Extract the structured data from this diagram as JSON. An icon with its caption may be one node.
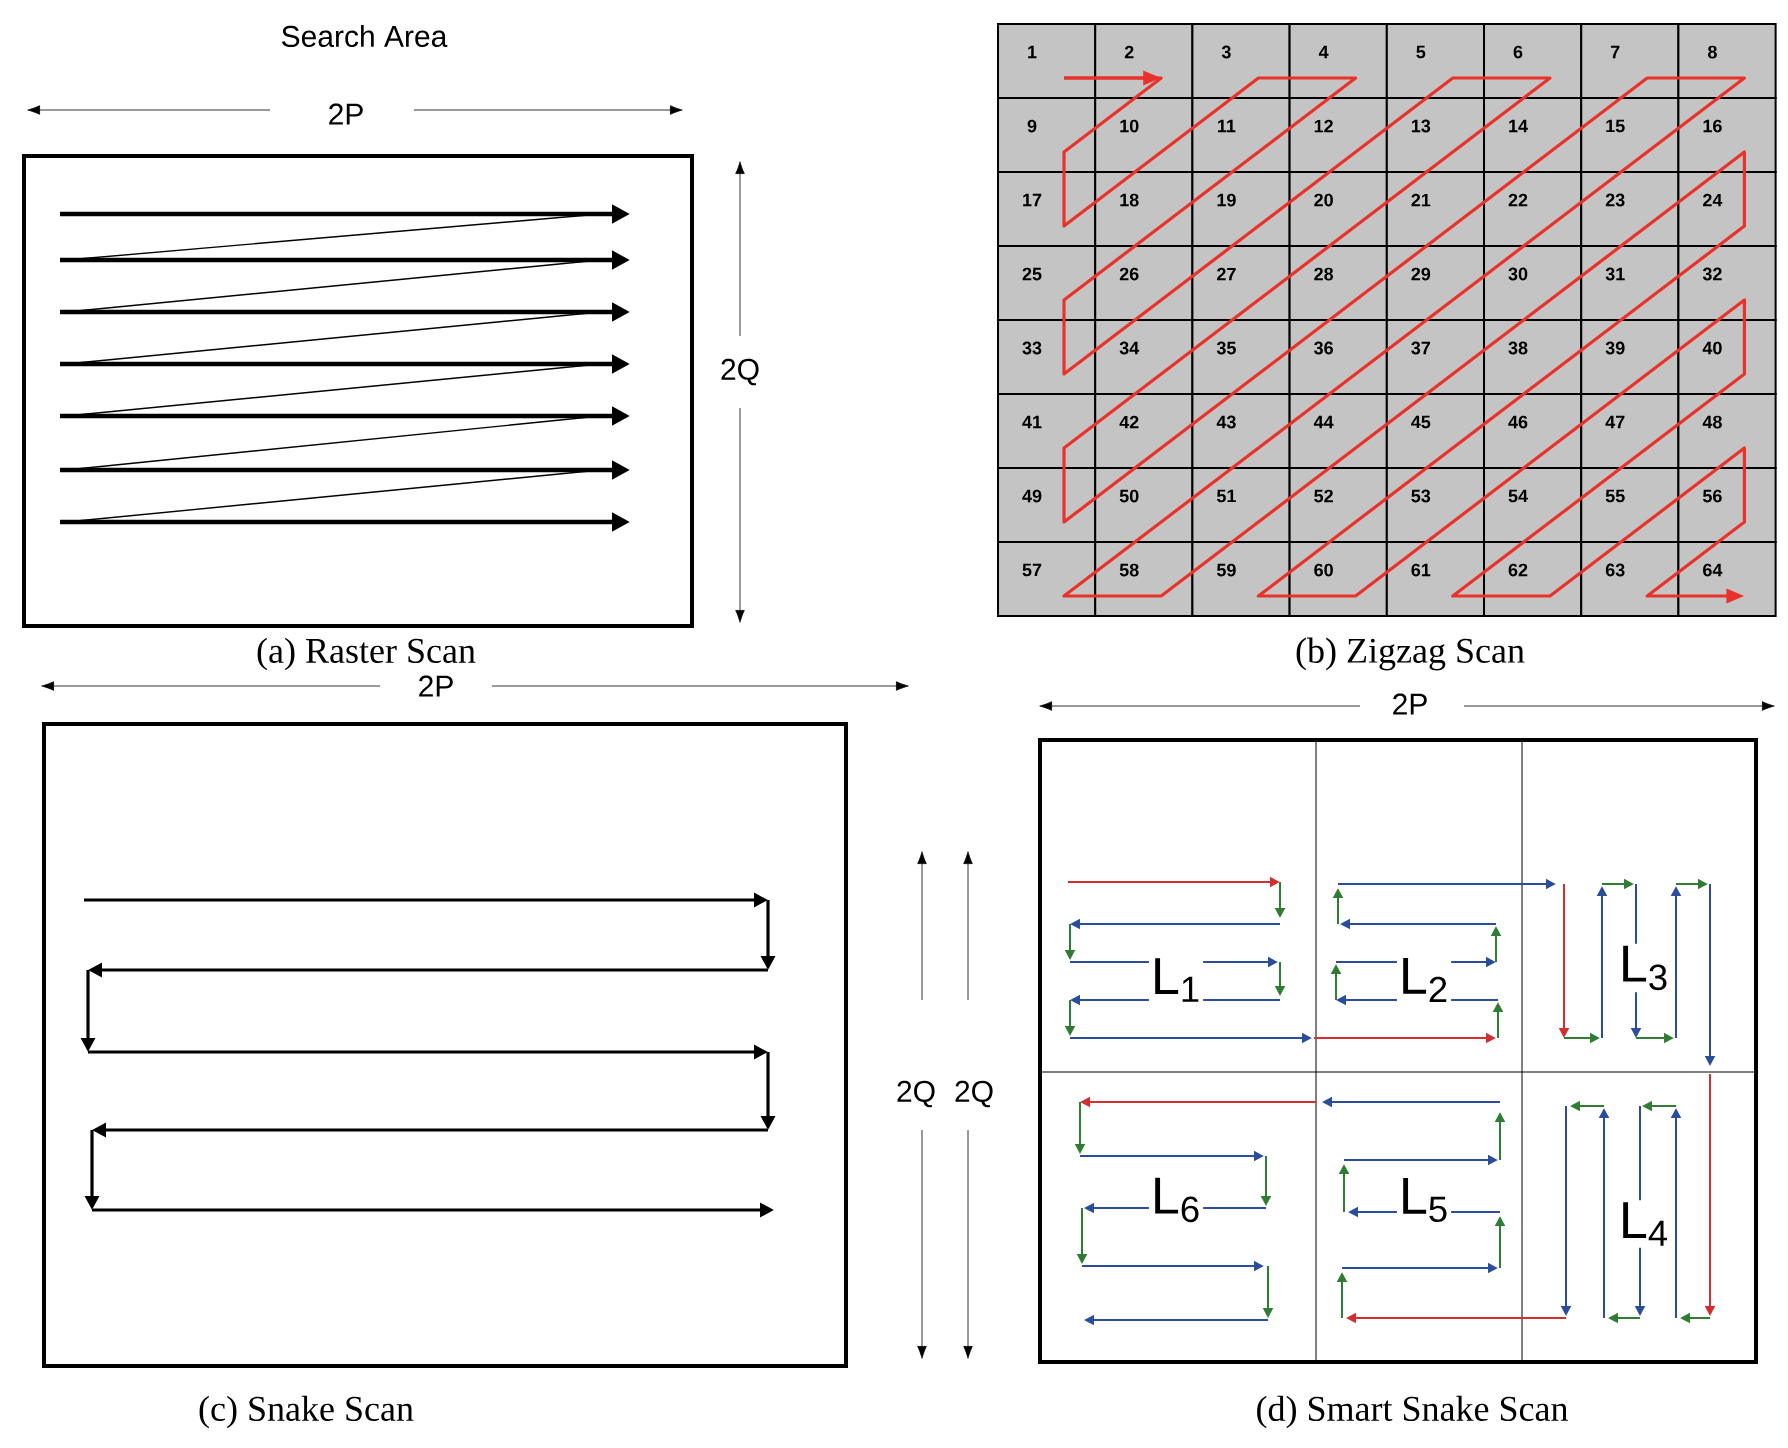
{
  "diagram": {
    "labels": [
      "Search Area",
      "2P",
      "2Q",
      "1",
      "2",
      "3",
      "4",
      "5",
      "6",
      "7",
      "8",
      "9",
      "10",
      "11",
      "12",
      "13",
      "14",
      "15",
      "16",
      "17",
      "18",
      "19",
      "20",
      "21",
      "22",
      "23",
      "24",
      "25",
      "26",
      "27",
      "28",
      "29",
      "30",
      "31",
      "32",
      "33",
      "34",
      "35",
      "36",
      "37",
      "38",
      "39",
      "40",
      "41",
      "42",
      "43",
      "44",
      "45",
      "46",
      "47",
      "48",
      "49",
      "50",
      "51",
      "52",
      "53",
      "54",
      "55",
      "56",
      "57",
      "58",
      "59",
      "60",
      "61",
      "62",
      "63",
      "64",
      "(a) Raster Scan",
      "(b) Zigzag Scan",
      "2P",
      "2P",
      "2Q",
      "2Q",
      "L$_{1}$",
      "L$_{2}$",
      "L$_{3}$",
      "L$_{6}$",
      "L$_{5}$",
      "L$_{4}$",
      "(c) Snake Scan",
      "(d) Smart Snake Scan"
    ]
  }
}
